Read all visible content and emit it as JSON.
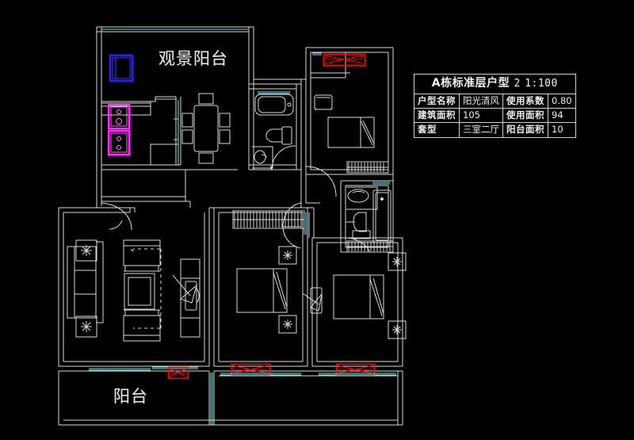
{
  "drawing": {
    "type": "architectural-floor-plan",
    "background_color": "#000000",
    "line_color": "#d9d9d9",
    "accent_colors": {
      "window_red": "#ff0000",
      "glazing_cyan": "#66ffff",
      "fridge_blue": "#2020e0",
      "stove_magenta": "#ff30ff",
      "furniture_gray": "#bfbfbf"
    }
  },
  "room_labels": [
    {
      "id": "scenic-balcony",
      "text": "观景阳台"
    },
    {
      "id": "balcony",
      "text": "阳台"
    }
  ],
  "info_table": {
    "title": "A栋标准层户型",
    "title_number": "2",
    "scale": "1:100",
    "rows": [
      {
        "key1": "户型名称",
        "val1": "阳光清风",
        "key2": "使用系数",
        "val2": "0.80"
      },
      {
        "key1": "建筑面积",
        "val1": "105",
        "key2": "使用面积",
        "val2": "94"
      },
      {
        "key1": "套型",
        "val1": "三室二厅",
        "key2": "阳台面积",
        "val2": "10"
      }
    ]
  },
  "plan_elements": {
    "rooms": [
      "scenic-balcony",
      "kitchen",
      "dining-room",
      "living-room",
      "master-bathroom",
      "bedroom-north",
      "bedroom-middle",
      "bedroom-east",
      "guest-bathroom",
      "entry-hall",
      "balcony"
    ],
    "fixtures": [
      "refrigerator",
      "stove",
      "sink-unit",
      "dining-table",
      "dining-chairs",
      "bathtub",
      "toilet",
      "wash-basin",
      "shower-stall",
      "sofa-three-seat",
      "armchair",
      "coffee-table",
      "side-table",
      "tv-cabinet",
      "bed-double",
      "nightstand",
      "wardrobe",
      "desk-chair",
      "closet"
    ],
    "openings": [
      "entry-door",
      "bedroom-door",
      "bathroom-door",
      "window-red-symbol",
      "sliding-glazing"
    ]
  }
}
